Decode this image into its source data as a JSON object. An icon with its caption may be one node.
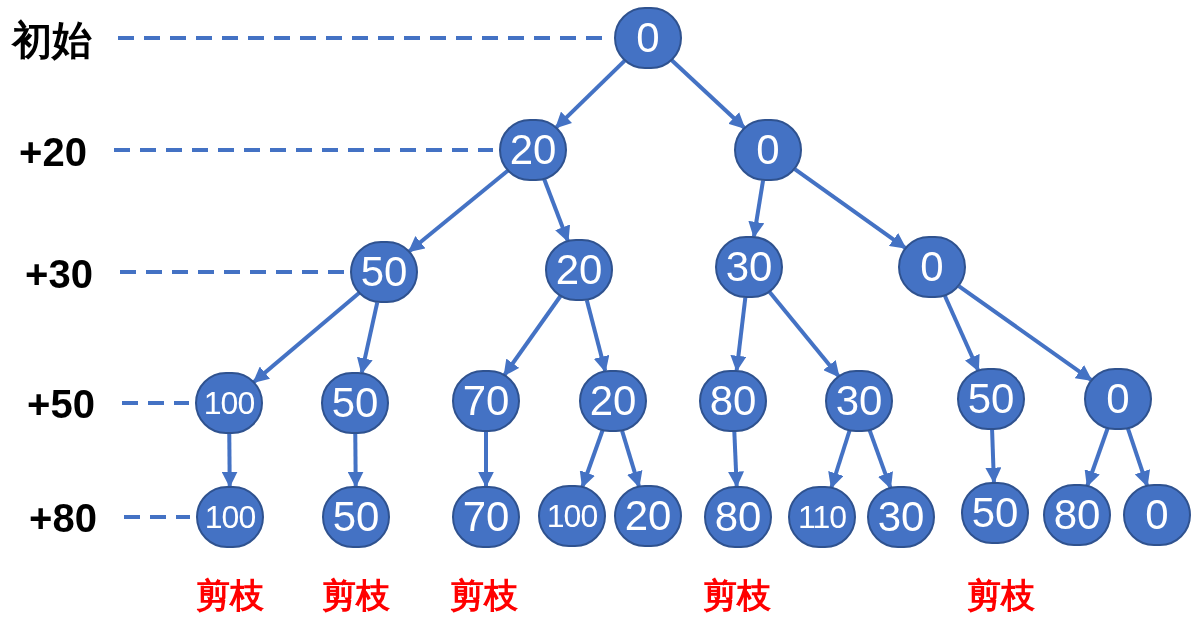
{
  "diagram": {
    "nodes": [
      {
        "text": [
          "初始"
        ]
      },
      {
        "text": [
          "+20"
        ]
      },
      {
        "text": [
          "+30"
        ]
      },
      {
        "text": [
          "+50"
        ]
      },
      {
        "text": [
          "+80"
        ]
      },
      {
        "text": [
          "0"
        ]
      },
      {
        "text": [
          "20"
        ]
      },
      {
        "text": [
          "0"
        ]
      },
      {
        "text": [
          "50"
        ]
      },
      {
        "text": [
          "20"
        ]
      },
      {
        "text": [
          "30"
        ]
      },
      {
        "text": [
          "0"
        ]
      },
      {
        "text": [
          "100"
        ]
      },
      {
        "text": [
          "50"
        ]
      },
      {
        "text": [
          "70"
        ]
      },
      {
        "text": [
          "20"
        ]
      },
      {
        "text": [
          "80"
        ]
      },
      {
        "text": [
          "30"
        ]
      },
      {
        "text": [
          "50"
        ]
      },
      {
        "text": [
          "0"
        ]
      },
      {
        "text": [
          "100"
        ]
      },
      {
        "text": [
          "50"
        ]
      },
      {
        "text": [
          "70"
        ]
      },
      {
        "text": [
          "100"
        ]
      },
      {
        "text": [
          "20"
        ]
      },
      {
        "text": [
          "80"
        ]
      },
      {
        "text": [
          "110"
        ]
      },
      {
        "text": [
          "30"
        ]
      },
      {
        "text": [
          "50"
        ]
      },
      {
        "text": [
          "80"
        ]
      },
      {
        "text": [
          "0"
        ]
      }
    ],
    "edges": [
      {
        "from": 0,
        "to": 5,
        "arrow": "none",
        "style": "dashed"
      },
      {
        "from": 1,
        "to": 6,
        "arrow": "none",
        "style": "dashed"
      },
      {
        "from": 2,
        "to": 8,
        "arrow": "none",
        "style": "dashed"
      },
      {
        "from": 3,
        "to": 12,
        "arrow": "none",
        "style": "dashed"
      },
      {
        "from": 4,
        "to": 20,
        "arrow": "none",
        "style": "dashed"
      },
      {
        "from": 5,
        "to": 6,
        "arrow": "to"
      },
      {
        "from": 5,
        "to": 7,
        "arrow": "to"
      },
      {
        "from": 6,
        "to": 8,
        "arrow": "to"
      },
      {
        "from": 6,
        "to": 9,
        "arrow": "to"
      },
      {
        "from": 7,
        "to": 10,
        "arrow": "to"
      },
      {
        "from": 7,
        "to": 11,
        "arrow": "to"
      },
      {
        "from": 8,
        "to": 12,
        "arrow": "to"
      },
      {
        "from": 8,
        "to": 13,
        "arrow": "to"
      },
      {
        "from": 9,
        "to": 14,
        "arrow": "to"
      },
      {
        "from": 9,
        "to": 15,
        "arrow": "to"
      },
      {
        "from": 10,
        "to": 16,
        "arrow": "to"
      },
      {
        "from": 10,
        "to": 17,
        "arrow": "to"
      },
      {
        "from": 11,
        "to": 18,
        "arrow": "to"
      },
      {
        "from": 11,
        "to": 19,
        "arrow": "to"
      },
      {
        "from": 12,
        "to": 20,
        "arrow": "to"
      },
      {
        "from": 13,
        "to": 21,
        "arrow": "to"
      },
      {
        "from": 14,
        "to": 22,
        "arrow": "to"
      },
      {
        "from": 15,
        "to": 23,
        "arrow": "to"
      },
      {
        "from": 15,
        "to": 24,
        "arrow": "to"
      },
      {
        "from": 16,
        "to": 25,
        "arrow": "to"
      },
      {
        "from": 17,
        "to": 26,
        "arrow": "to"
      },
      {
        "from": 17,
        "to": 27,
        "arrow": "to"
      },
      {
        "from": 18,
        "to": 28,
        "arrow": "to"
      },
      {
        "from": 19,
        "to": 29,
        "arrow": "to"
      },
      {
        "from": 19,
        "to": 30,
        "arrow": "to"
      }
    ],
    "labels": [
      "剪枝",
      "剪枝",
      "剪枝",
      "剪枝",
      "剪枝"
    ]
  }
}
